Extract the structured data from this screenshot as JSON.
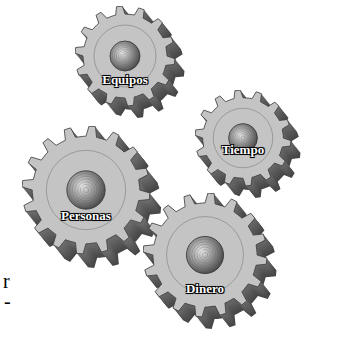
{
  "diagram": {
    "nodes": [
      {
        "text": [
          "Equipos"
        ]
      },
      {
        "text": [
          "Tiempo"
        ]
      },
      {
        "text": [
          "Personas"
        ]
      },
      {
        "text": [
          "Dinero"
        ]
      }
    ],
    "labels": [
      "r",
      "-"
    ]
  }
}
